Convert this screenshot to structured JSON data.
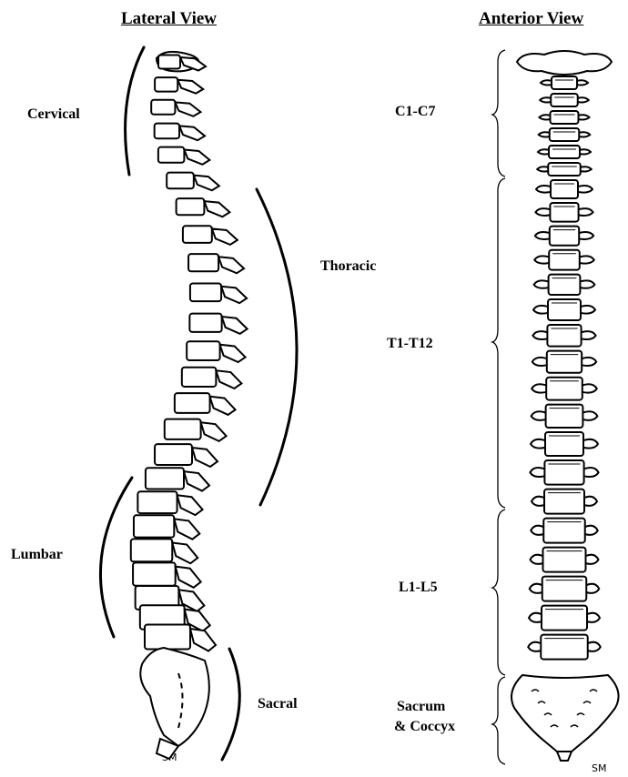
{
  "lateral": {
    "title": "Lateral View",
    "regions": {
      "cervical": "Cervical",
      "thoracic": "Thoracic",
      "lumbar": "Lumbar",
      "sacral": "Sacral"
    },
    "signature": "SM"
  },
  "anterior": {
    "title": "Anterior View",
    "regions": {
      "cervical": "C1-C7",
      "thoracic": "T1-T12",
      "lumbar": "L1-L5",
      "sacrum_line1": "Sacrum",
      "sacrum_line2": "& Coccyx"
    },
    "signature": "SM"
  }
}
